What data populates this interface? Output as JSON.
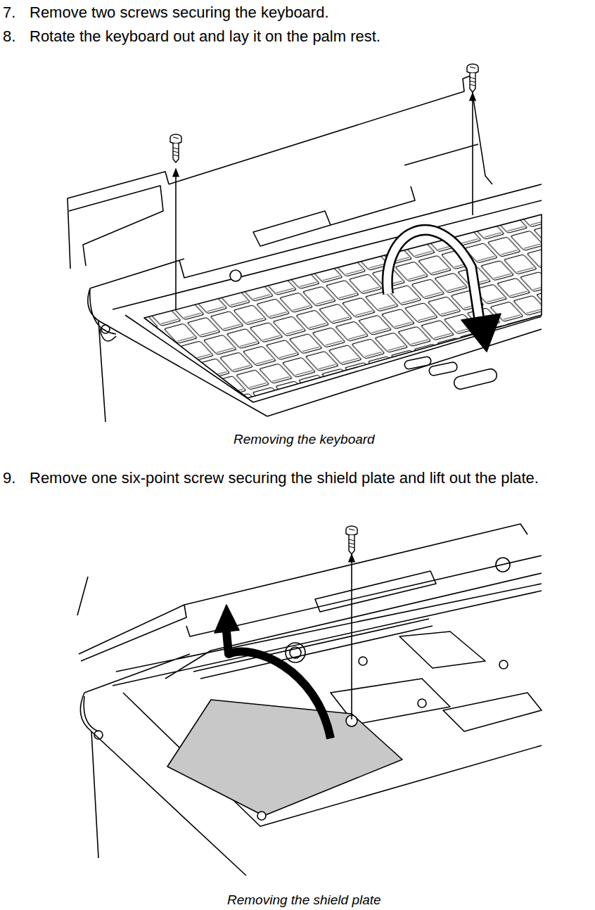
{
  "diagram": {
    "labels": [
      "7.",
      "Remove two screws securing the keyboard.",
      "8.",
      "Rotate the keyboard out and lay it on the palm rest.",
      "Removing the keyboard",
      "9.",
      "Remove one six-point screw securing the shield plate and lift out the plate.",
      "Removing the shield plate"
    ]
  }
}
